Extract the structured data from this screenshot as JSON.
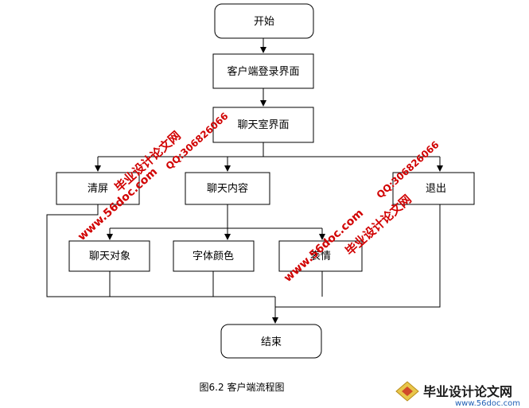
{
  "nodes": {
    "start": "开始",
    "login": "客户端登录界面",
    "chatroom": "聊天室界面",
    "clear": "清屏",
    "content": "聊天内容",
    "exit": "退出",
    "target": "聊天对象",
    "font_color": "字体颜色",
    "emoji": "表情",
    "end": "结束"
  },
  "caption": "图6.2 客户端流程图",
  "watermarks": {
    "site_name": "毕业设计论文网",
    "qq": "QQ:306826066",
    "url": "www.56doc.com"
  },
  "logo": {
    "name": "毕业设计论文网",
    "url": "www.56doc.com"
  },
  "colors": {
    "watermark": "#d10000",
    "lines": "#000000",
    "logo_url": "#1f5fb5"
  }
}
